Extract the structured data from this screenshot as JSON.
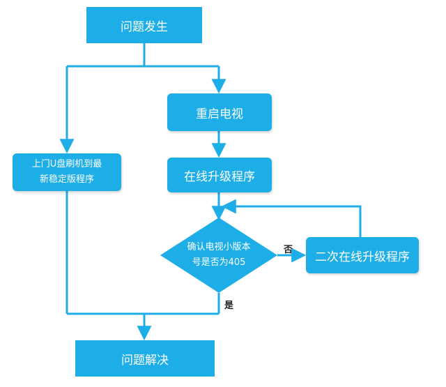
{
  "colors": {
    "node_fill": "#1daee8",
    "line": "#1daee8",
    "label_text": "#222222"
  },
  "nodes": {
    "start": "问题发生",
    "restart_tv": "重启电视",
    "online_upgrade": "在线升级程序",
    "usb_flash_line1": "上门U盘刷机到最",
    "usb_flash_line2": "新稳定版程序",
    "check_version_line1": "确认电视小版本",
    "check_version_line2": "号是否为405",
    "second_upgrade": "二次在线升级程序",
    "end": "问题解决"
  },
  "edge_labels": {
    "no": "否",
    "yes": "是"
  }
}
